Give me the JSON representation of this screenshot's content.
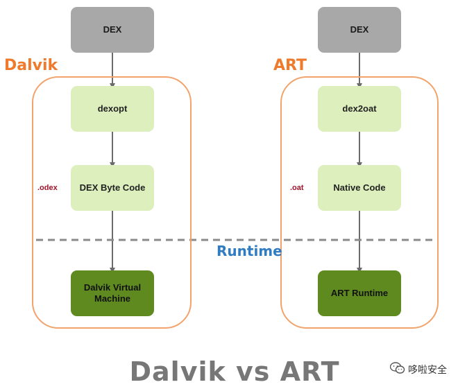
{
  "diagram": {
    "left": {
      "title": "Dalvik",
      "input": "DEX",
      "step1": "dexopt",
      "step2": "DEX Byte Code",
      "step2_side_label": ".odex",
      "runtime_box": "Dalvik Virtual Machine"
    },
    "right": {
      "title": "ART",
      "input": "DEX",
      "step1": "dex2oat",
      "step2": "Native Code",
      "step2_side_label": ".oat",
      "runtime_box": "ART Runtime"
    },
    "divider_label": "Runtime",
    "main_title": "Dalvik vs ART",
    "watermark": "哆啦安全"
  },
  "colors": {
    "accent_orange": "#ef7a2c",
    "frame_orange": "#f2a36b",
    "dex_gray": "#a8a8a8",
    "light_green": "#dcefbd",
    "dark_green": "#5e8a1f",
    "runtime_blue": "#2f7cc3",
    "odex_red": "#a3122a"
  }
}
